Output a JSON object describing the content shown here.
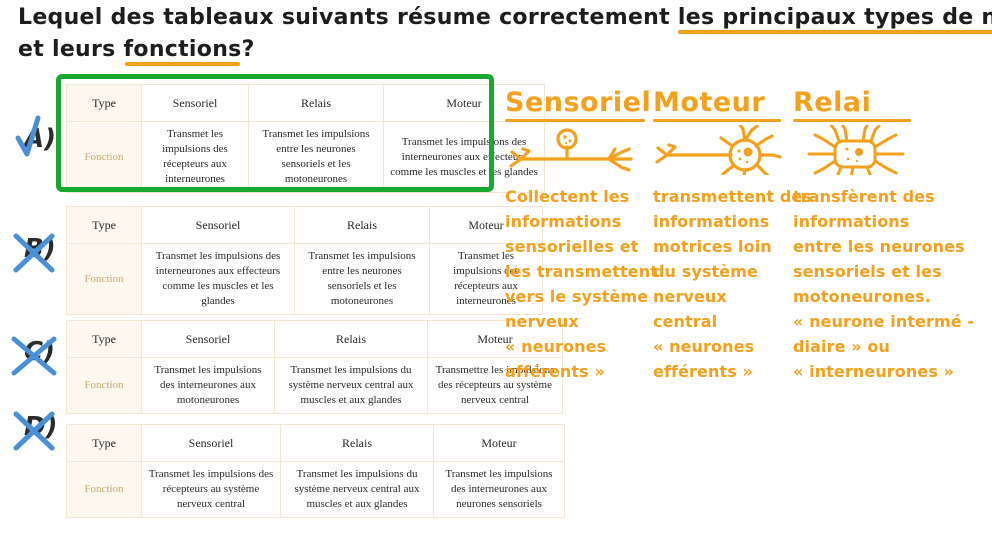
{
  "question": {
    "line1_pre": "Lequel des tableaux suivants résume correctement ",
    "line1_hl": "les principaux types de neurones",
    "line2_pre": "et leurs ",
    "line2_hl": "fonctions",
    "line2_post": "?",
    "full": "Lequel des tableaux suivants résume correctement les principaux types de neurones et leurs fonctions ?"
  },
  "colors": {
    "highlight_orange": "#f3a01c",
    "correct_green": "#19a830",
    "mark_blue": "#4a90d9",
    "label_tan": "#c8a96a",
    "cell_cream": "#fdf8ef",
    "border_tan": "#f0e6d2",
    "ink_black": "#1d1d1b"
  },
  "options": [
    {
      "id": "A",
      "letter": "A)",
      "mark": "check",
      "correct": true
    },
    {
      "id": "B",
      "letter": "B)",
      "mark": "cross",
      "correct": false
    },
    {
      "id": "C",
      "letter": "C)",
      "mark": "cross",
      "correct": false
    },
    {
      "id": "D",
      "letter": "D)",
      "mark": "cross",
      "correct": false
    }
  ],
  "tables": {
    "row_labels": {
      "type": "Type",
      "fonction": "Fonction"
    },
    "A": {
      "headers": [
        "Sensoriel",
        "Relais",
        "Moteur"
      ],
      "functions": [
        "Transmet les impulsions des récepteurs aux interneurones",
        "Transmet les impulsions entre les neurones sensoriels et les motoneurones",
        "Transmet les impulsions des interneurones aux effecteurs comme les muscles et les glandes"
      ]
    },
    "B": {
      "headers": [
        "Sensoriel",
        "Relais",
        "Moteur"
      ],
      "functions": [
        "Transmet les impulsions des interneurones aux effecteurs comme les muscles et les glandes",
        "Transmet les impulsions entre les neurones sensoriels et les motoneurones",
        "Transmet les impulsions des récepteurs aux interneurones"
      ]
    },
    "C": {
      "headers": [
        "Sensoriel",
        "Relais",
        "Moteur"
      ],
      "functions": [
        "Transmet les impulsions des interneurones aux motoneurones",
        "Transmet les impulsions du système nerveux central aux muscles et aux glandes",
        "Transmettre les impulsions des récepteurs au système nerveux central"
      ]
    },
    "D": {
      "headers": [
        "Sensoriel",
        "Relais",
        "Moteur"
      ],
      "functions": [
        "Transmet les impulsions des récepteurs au système nerveux central",
        "Transmet les impulsions du système nerveux central aux muscles et aux glandes",
        "Transmet les impulsions des interneurones aux neurones sensoriels"
      ]
    }
  },
  "notes": [
    {
      "heading": "Sensoriel",
      "diagram": "sensory-neuron-drawing",
      "lines": [
        "Collectent les",
        "informations",
        "sensorielles et",
        "les transmettent",
        "vers le système",
        "nerveux",
        "« neurones",
        "afférents »"
      ]
    },
    {
      "heading": "Moteur",
      "diagram": "motor-neuron-drawing",
      "lines": [
        "transmettent des",
        "informations",
        "motrices loin",
        "du système",
        "nerveux",
        "central",
        "« neurones",
        "efférents »"
      ]
    },
    {
      "heading": "Relai",
      "diagram": "relay-neuron-drawing",
      "lines": [
        "transfèrent des",
        "informations",
        "entre les neurones",
        "sensoriels et les",
        "motoneurones.",
        "« neurone intermé -",
        "diaire » ou",
        "« interneurones »"
      ]
    }
  ]
}
